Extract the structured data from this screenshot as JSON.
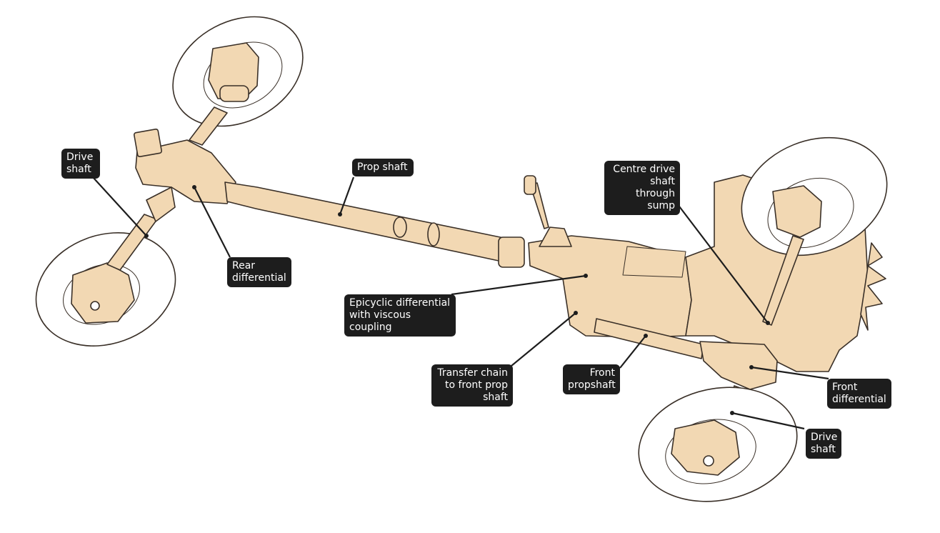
{
  "labels": {
    "drive_shaft_rear": "Drive\nshaft",
    "prop_shaft": "Prop shaft",
    "rear_differential": "Rear\ndifferential",
    "epicyclic_differential": "Epicyclic differential\nwith viscous coupling",
    "centre_drive_shaft": "Centre drive\nshaft through\nsump",
    "transfer_chain": "Transfer chain\nto front prop\nshaft",
    "front_propshaft": "Front\npropshaft",
    "front_differential": "Front\ndifferential",
    "drive_shaft_front": "Drive\nshaft"
  },
  "colors": {
    "component_fill": "#f2d8b3",
    "component_outline": "#3a3028",
    "tyre": "#ffffff",
    "label_bg": "#1d1d1d",
    "label_text": "#ffffff"
  }
}
